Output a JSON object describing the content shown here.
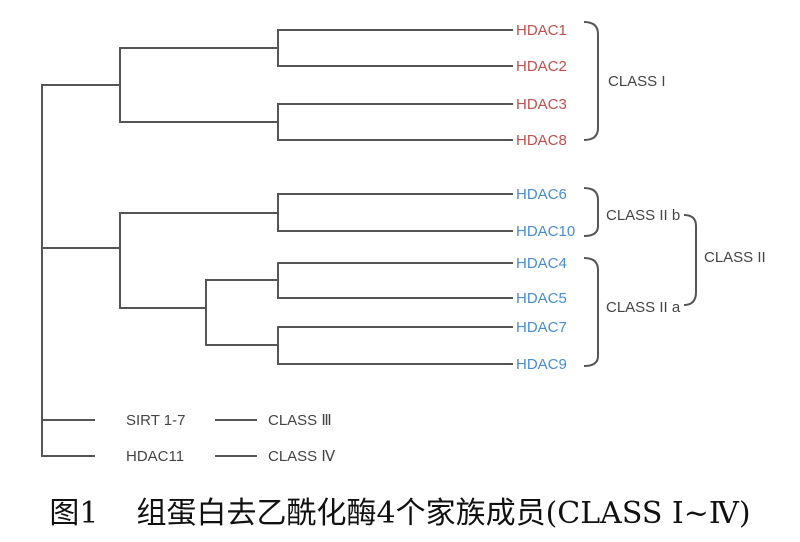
{
  "colors": {
    "class_one": "#c0504d",
    "class_two": "#4a8ccf",
    "other": "#444444",
    "line": "#555555"
  },
  "classes": {
    "class_one": "CLASS I",
    "class_two_b": "CLASS II b",
    "class_two_a": "CLASS II a",
    "class_two": "CLASS II",
    "class_three": "CLASS Ⅲ",
    "class_four": "CLASS Ⅳ"
  },
  "leaves": {
    "hdac1": "HDAC1",
    "hdac2": "HDAC2",
    "hdac3": "HDAC3",
    "hdac8": "HDAC8",
    "hdac6": "HDAC6",
    "hdac10": "HDAC10",
    "hdac4": "HDAC4",
    "hdac5": "HDAC5",
    "hdac7": "HDAC7",
    "hdac9": "HDAC9",
    "sirt": "SIRT 1-7",
    "hdac11": "HDAC11"
  },
  "caption": {
    "label": "图1",
    "text": "组蛋白去乙酰化酶4个家族成员(CLASS Ⅰ~Ⅳ)"
  }
}
